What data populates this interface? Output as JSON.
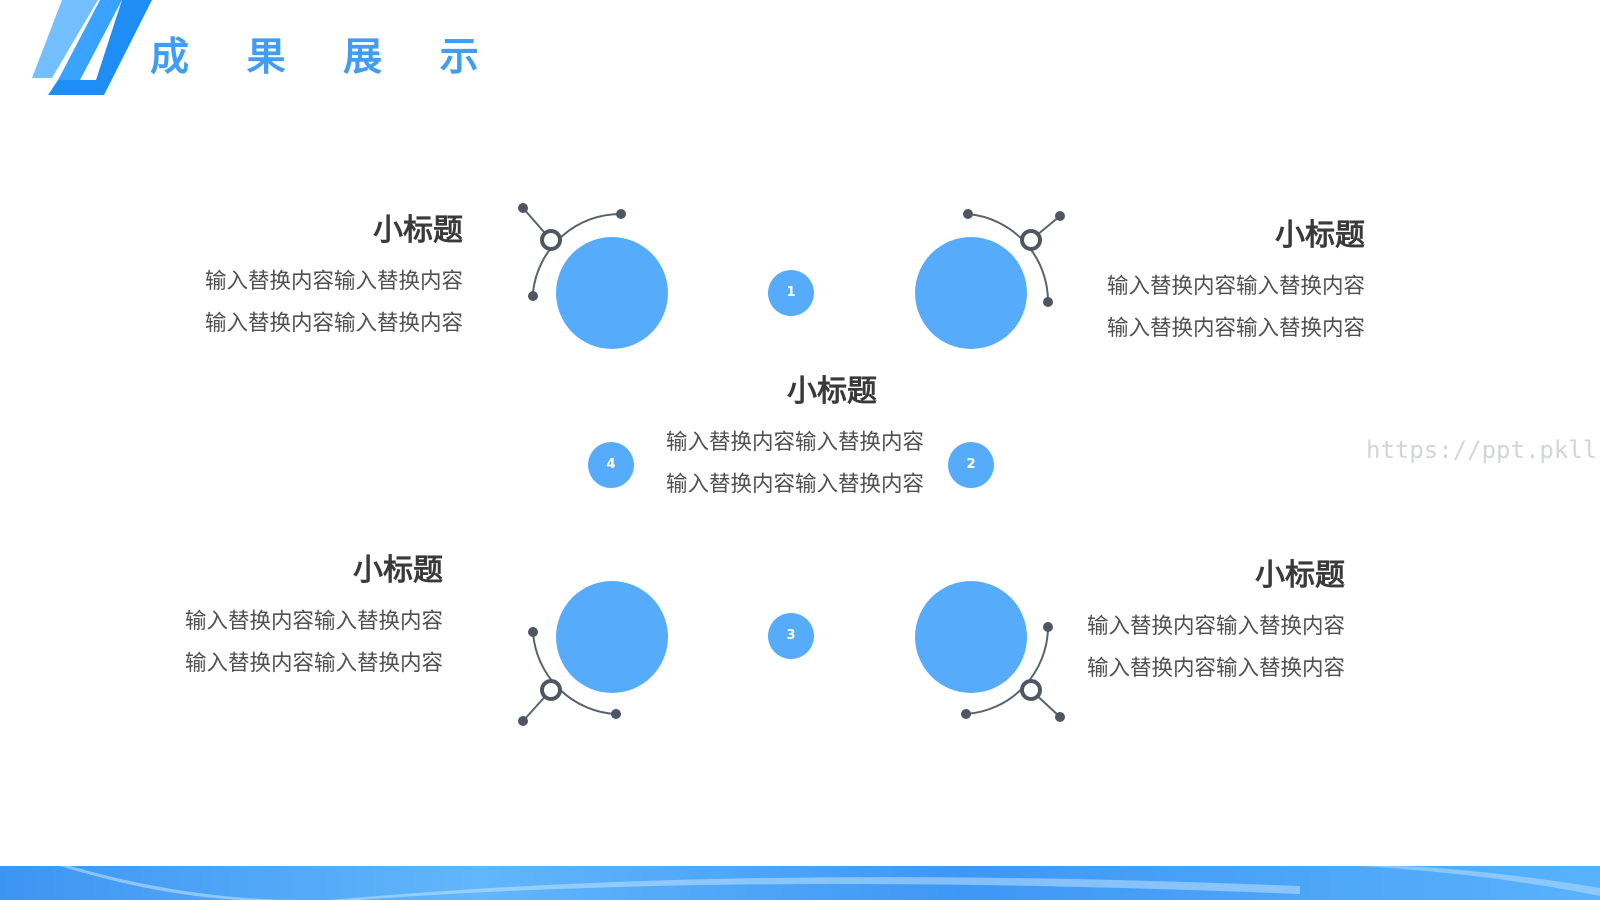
{
  "page_title": "成 果 展 示",
  "watermark": "https://ppt.pkll.de",
  "items": [
    {
      "number": "1",
      "heading": "小标题",
      "body": "输入替换内容输入替换内容输入替换内容输入替换内容"
    },
    {
      "number": "2",
      "heading": "小标题",
      "body": "输入替换内容输入替换内容输入替换内容输入替换内容"
    },
    {
      "number": "3",
      "heading": "小标题",
      "body": "输入替换内容输入替换内容输入替换内容输入替换内容"
    },
    {
      "number": "4",
      "heading": "小标题",
      "body": "输入替换内容输入替换内容输入替换内容输入替换内容"
    }
  ],
  "center": {
    "heading": "小标题",
    "body": "输入替换内容输入替换内容输入替换内容输入替换内容"
  },
  "colors": {
    "accent": "#56acfa",
    "title": "#3f9df5",
    "text": "#505050",
    "heading": "#3a3a3a"
  }
}
